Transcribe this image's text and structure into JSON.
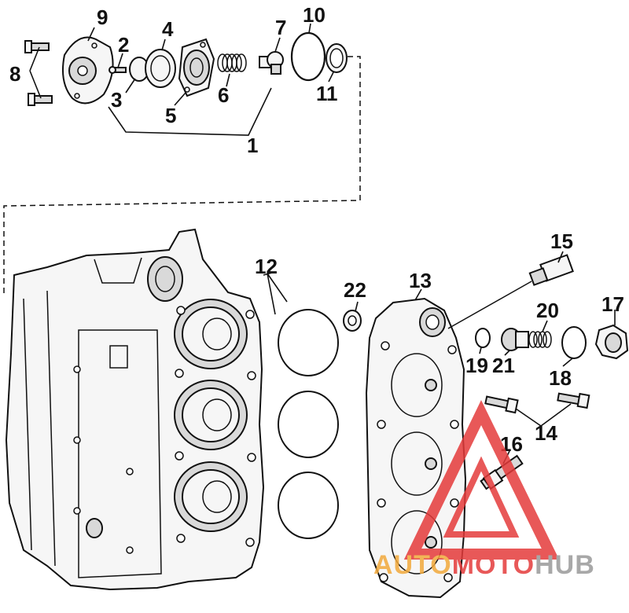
{
  "callouts": [
    {
      "id": "1",
      "text": "1"
    },
    {
      "id": "2",
      "text": "2"
    },
    {
      "id": "3",
      "text": "3"
    },
    {
      "id": "4",
      "text": "4"
    },
    {
      "id": "5",
      "text": "5"
    },
    {
      "id": "6",
      "text": "6"
    },
    {
      "id": "7",
      "text": "7"
    },
    {
      "id": "8",
      "text": "8"
    },
    {
      "id": "9",
      "text": "9"
    },
    {
      "id": "10",
      "text": "10"
    },
    {
      "id": "11",
      "text": "11"
    },
    {
      "id": "12",
      "text": "12"
    },
    {
      "id": "13",
      "text": "13"
    },
    {
      "id": "14",
      "text": "14"
    },
    {
      "id": "15",
      "text": "15"
    },
    {
      "id": "16",
      "text": "16"
    },
    {
      "id": "17",
      "text": "17"
    },
    {
      "id": "18",
      "text": "18"
    },
    {
      "id": "19",
      "text": "19"
    },
    {
      "id": "20",
      "text": "20"
    },
    {
      "id": "21",
      "text": "21"
    },
    {
      "id": "22",
      "text": "22"
    }
  ],
  "watermark": {
    "part1": "AUTO",
    "part2": "MOTO",
    "part3": "HUB",
    "color_orange": "#f2a93b",
    "color_red": "#e53b3b",
    "color_gray": "#9a9a9a"
  }
}
